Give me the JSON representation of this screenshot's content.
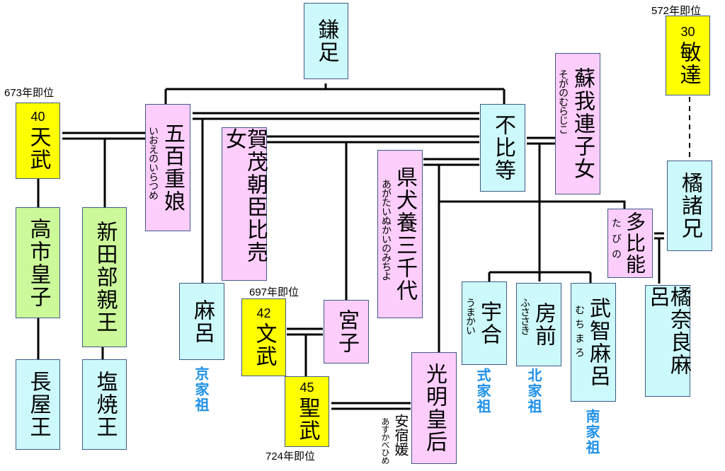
{
  "title": "藤原氏と天皇家の系図",
  "people": {
    "kamatari": {
      "name": "鎌足"
    },
    "fuhito": {
      "name": "不比等"
    },
    "soga_murajiko": {
      "name": "蘇我連子女",
      "reading": "そがのむらじこ"
    },
    "ioe_iratsume": {
      "name": "五百重娘",
      "reading": "いおえのいらつめ"
    },
    "kamo_hime": {
      "name": "賀茂朝臣比売女"
    },
    "agata_michiyo": {
      "name": "県犬養三千代",
      "reading": "あがたいぬかいのみちよ"
    },
    "tenmu": {
      "name": "天武",
      "number": "40",
      "accession": "673年即位"
    },
    "takechi": {
      "name": "高市皇子"
    },
    "niitabe": {
      "name": "新田部親王"
    },
    "nagaya": {
      "name": "長屋王"
    },
    "shioyaki": {
      "name": "塩焼王"
    },
    "maro": {
      "name": "麻呂",
      "lineage": "京家祖"
    },
    "monmu": {
      "name": "文武",
      "number": "42",
      "accession": "697年即位"
    },
    "miyako": {
      "name": "宮子"
    },
    "shomu": {
      "name": "聖武",
      "number": "45",
      "accession": "724年即位"
    },
    "komyo": {
      "name": "光明皇后"
    },
    "asukabe": {
      "name": "安宿媛",
      "reading": "あすかべひめ"
    },
    "umakai": {
      "name": "宇合",
      "reading": "うまかい",
      "lineage": "式家祖"
    },
    "fusasaki": {
      "name": "房前",
      "reading": "ふささき",
      "lineage": "北家祖"
    },
    "muchimaro": {
      "name": "武智麻呂",
      "reading": "むちまろ",
      "lineage": "南家祖"
    },
    "tajihi": {
      "name": "多比能",
      "reading": "たびの"
    },
    "bidatsu": {
      "name": "敏達",
      "number": "30",
      "accession": "572年即位"
    },
    "moroe": {
      "name": "橘諸兄"
    },
    "naramaro": {
      "name": "橘奈良麻呂"
    }
  },
  "colors": {
    "fujiwara": "#ccf9fb",
    "consort": "#fdcdfc",
    "emperor": "#ffff00",
    "prince": "#ccf99a",
    "lineage_label": "#1e90e8",
    "border": "#3f5a8a"
  }
}
